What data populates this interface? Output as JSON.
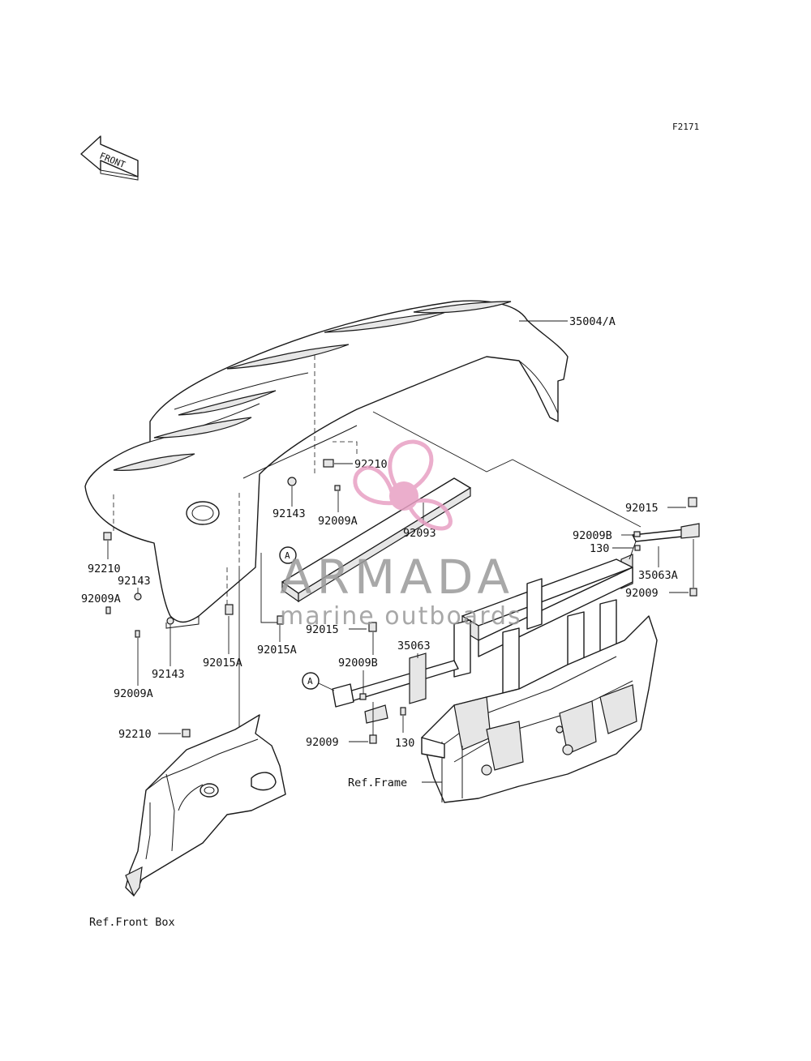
{
  "figure_code": "F2171",
  "front_arrow_label": "FRONT",
  "watermark": {
    "brand": "ARMADA",
    "tagline": "marine outboards",
    "brand_color": "#9a9a9a",
    "logo_color": "#e8a0c4"
  },
  "callout_letter": "A",
  "parts": {
    "fender_rear": "35004/A",
    "clamp_top": "92210",
    "washer_top": "92143",
    "bolt_top": "92009A",
    "bracket_bar": "92093",
    "clamp_left": "92210",
    "washer_left_a": "92143",
    "bolt_left_a": "92009A",
    "washer_left_b": "92143",
    "bolt_left_b": "92009A",
    "collar_left": "92015A",
    "collar_mid": "92015A",
    "collar_right_top": "92015",
    "bolt_right_b": "92009B",
    "bolt_right_130": "130",
    "stay_right": "35063A",
    "bolt_right_bottom": "92009",
    "collar_center": "92015",
    "stay_center": "35063",
    "bolt_center_b": "92009B",
    "bolt_center_130": "130",
    "bolt_center_bottom": "92009",
    "clamp_lower": "92210"
  },
  "refs": {
    "frame": "Ref.Frame",
    "front_box": "Ref.Front Box"
  }
}
